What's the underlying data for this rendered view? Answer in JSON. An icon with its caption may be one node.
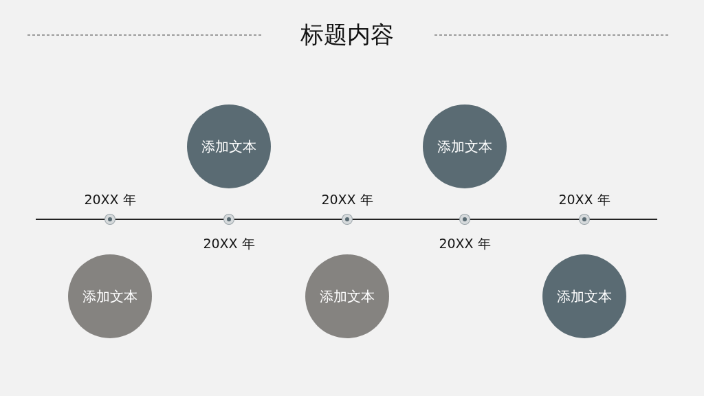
{
  "diagram": {
    "title": "标题内容",
    "nodes": [
      {
        "text": [
          "添加文本"
        ]
      },
      {
        "text": [
          "添加文本"
        ]
      },
      {
        "text": [],
        "shape": "circle",
        "beside": [
          "20XX 年"
        ]
      },
      {
        "text": [],
        "shape": "circle",
        "beside": [
          "20XX 年"
        ]
      },
      {
        "text": [],
        "shape": "circle",
        "beside": [
          "20XX 年"
        ]
      },
      {
        "text": [],
        "shape": "circle",
        "beside": [
          "20XX 年"
        ]
      },
      {
        "text": [],
        "shape": "circle",
        "beside": [
          "20XX 年"
        ]
      },
      {
        "text": [
          "添加文本"
        ]
      },
      {
        "text": [
          "添加文本"
        ]
      },
      {
        "text": [
          "添加文本"
        ]
      }
    ],
    "edges": [
      {
        "from": null,
        "to": 2,
        "arrow": "none"
      },
      {
        "from": 2,
        "to": 3,
        "arrow": "none"
      },
      {
        "from": 3,
        "to": 4,
        "arrow": "none"
      },
      {
        "from": 4,
        "to": 5,
        "arrow": "none"
      },
      {
        "from": 5,
        "to": 6,
        "arrow": "none"
      },
      {
        "from": 6,
        "to": null,
        "arrow": "none"
      }
    ]
  }
}
